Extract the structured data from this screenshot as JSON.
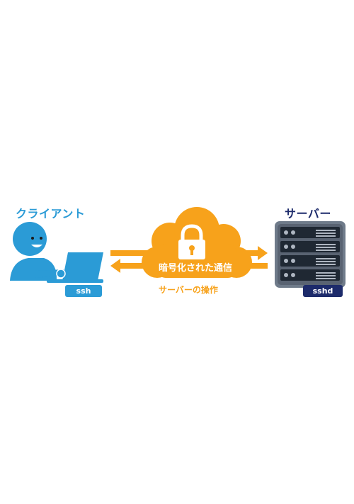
{
  "labels": {
    "client": "クライアント",
    "server": "サーバー",
    "channel": "暗号化された通信",
    "operation": "サーバーの操作"
  },
  "tags": {
    "client_program": "ssh",
    "server_program": "sshd"
  },
  "colors": {
    "client_blue": "#2b9bd6",
    "server_navy": "#1d2b6b",
    "channel_orange": "#f7a21b",
    "server_gray": "#6f7b8a"
  },
  "icons": {
    "client": "person-at-laptop-icon",
    "lock": "padlock-icon",
    "server": "server-rack-icon"
  }
}
